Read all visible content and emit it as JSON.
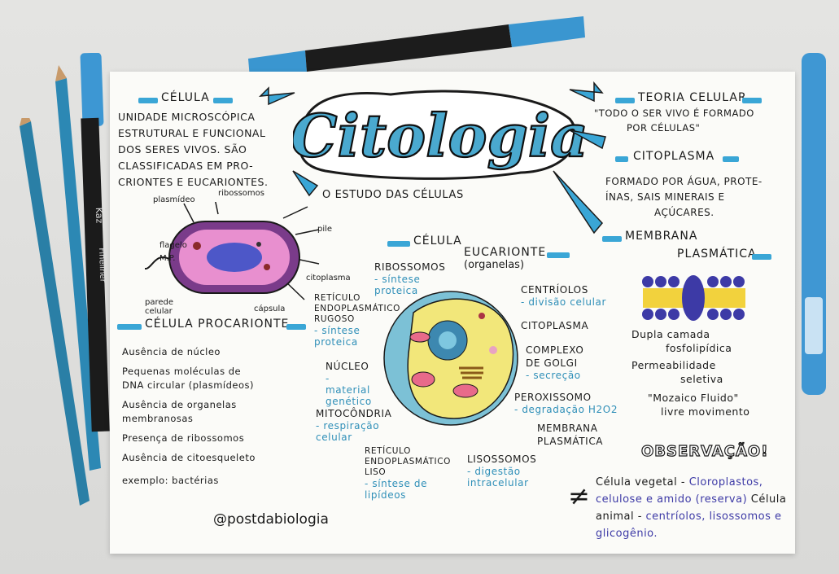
{
  "title": "Citologia",
  "subtitle": "O ESTUDO DAS CÉLULAS",
  "celula": {
    "heading": "CÉLULA",
    "lines": [
      "UNIDADE MICROSCÓPICA",
      "ESTRUTURAL E FUNCIONAL",
      "DOS SERES VIVOS. SÃO",
      "CLASSIFICADAS EM PRO-",
      "CRIONTES E EUCARIONTES."
    ]
  },
  "teoria": {
    "heading": "TEORIA CELULAR",
    "lines": [
      "\"TODO O SER VIVO É FORMADO",
      "POR CÉLULAS\""
    ]
  },
  "citoplasma": {
    "heading": "CITOPLASMA",
    "lines": [
      "FORMADO POR ÁGUA, PROTE-",
      "ÍNAS, SAIS MINERAIS E",
      "AÇÚCARES."
    ]
  },
  "membrana": {
    "heading_1": "MEMBRANA",
    "heading_2": "PLASMÁTICA",
    "items": [
      "Dupla camada",
      "fosfolipídica",
      "Permeabilidade",
      "seletiva",
      "\"Mozaico Fluido\"",
      "livre movimento"
    ]
  },
  "procarionte": {
    "labels": [
      "plasmídeo",
      "ribossomos",
      "flagelo",
      "M.P.",
      "pile",
      "citoplasma",
      "parede celular",
      "cápsula"
    ],
    "heading": "CÉLULA PROCARIONTE",
    "items": [
      "Ausência de núcleo",
      "Pequenas moléculas de",
      "DNA circular (plasmídeos)",
      "Ausência de organelas",
      "membranosas",
      "Presença de ribossomos",
      "Ausência de citoesqueleto"
    ],
    "example": "exemplo: bactérias"
  },
  "eucarionte": {
    "heading_1": "CÉLULA",
    "heading_2": "EUCARIONTE",
    "heading_3": "(organelas)",
    "organelles": [
      {
        "name": "RIBOSSOMOS",
        "desc": "- síntese proteica"
      },
      {
        "name": "RETÍCULO ENDOPLASMÁTICO RUGOSO",
        "desc": "- síntese proteica"
      },
      {
        "name": "NÚCLEO",
        "desc": "- material genético"
      },
      {
        "name": "MITOCÔNDRIA",
        "desc": "- respiração celular"
      },
      {
        "name": "RETÍCULO ENDOPLASMÁTICO LISO",
        "desc": "- síntese de lipídeos"
      },
      {
        "name": "LISOSSOMOS",
        "desc": "- digestão intracelular"
      },
      {
        "name": "CENTRÍOLOS",
        "desc": "- divisão celular"
      },
      {
        "name": "CITOPLASMA",
        "desc": ""
      },
      {
        "name": "COMPLEXO DE GOLGI",
        "desc": "- secreção"
      },
      {
        "name": "PEROXISSOMO",
        "desc": "- degradação H2O2"
      },
      {
        "name": "MEMBRANA PLASMÁTICA",
        "desc": ""
      }
    ]
  },
  "observacao": {
    "heading": "OBSERVAÇÃO!",
    "symbol": "≠",
    "vegetal_label": "Célula vegetal -",
    "vegetal_items": "Cloroplastos, celulose e amido (reserva)",
    "animal_label": "Célula animal -",
    "animal_items": "centríolos, lisossomos e glicogênio."
  },
  "signature": "@postdabiologia",
  "pen_brand": "Kaz",
  "pen_model": "Fineliner",
  "colors": {
    "accent": "#3aa6d6",
    "title_fill": "#4aa9cf",
    "ink": "#1a1a1a",
    "blue_ink": "#2f8fb8",
    "purple_ink": "#3d3aa6"
  }
}
